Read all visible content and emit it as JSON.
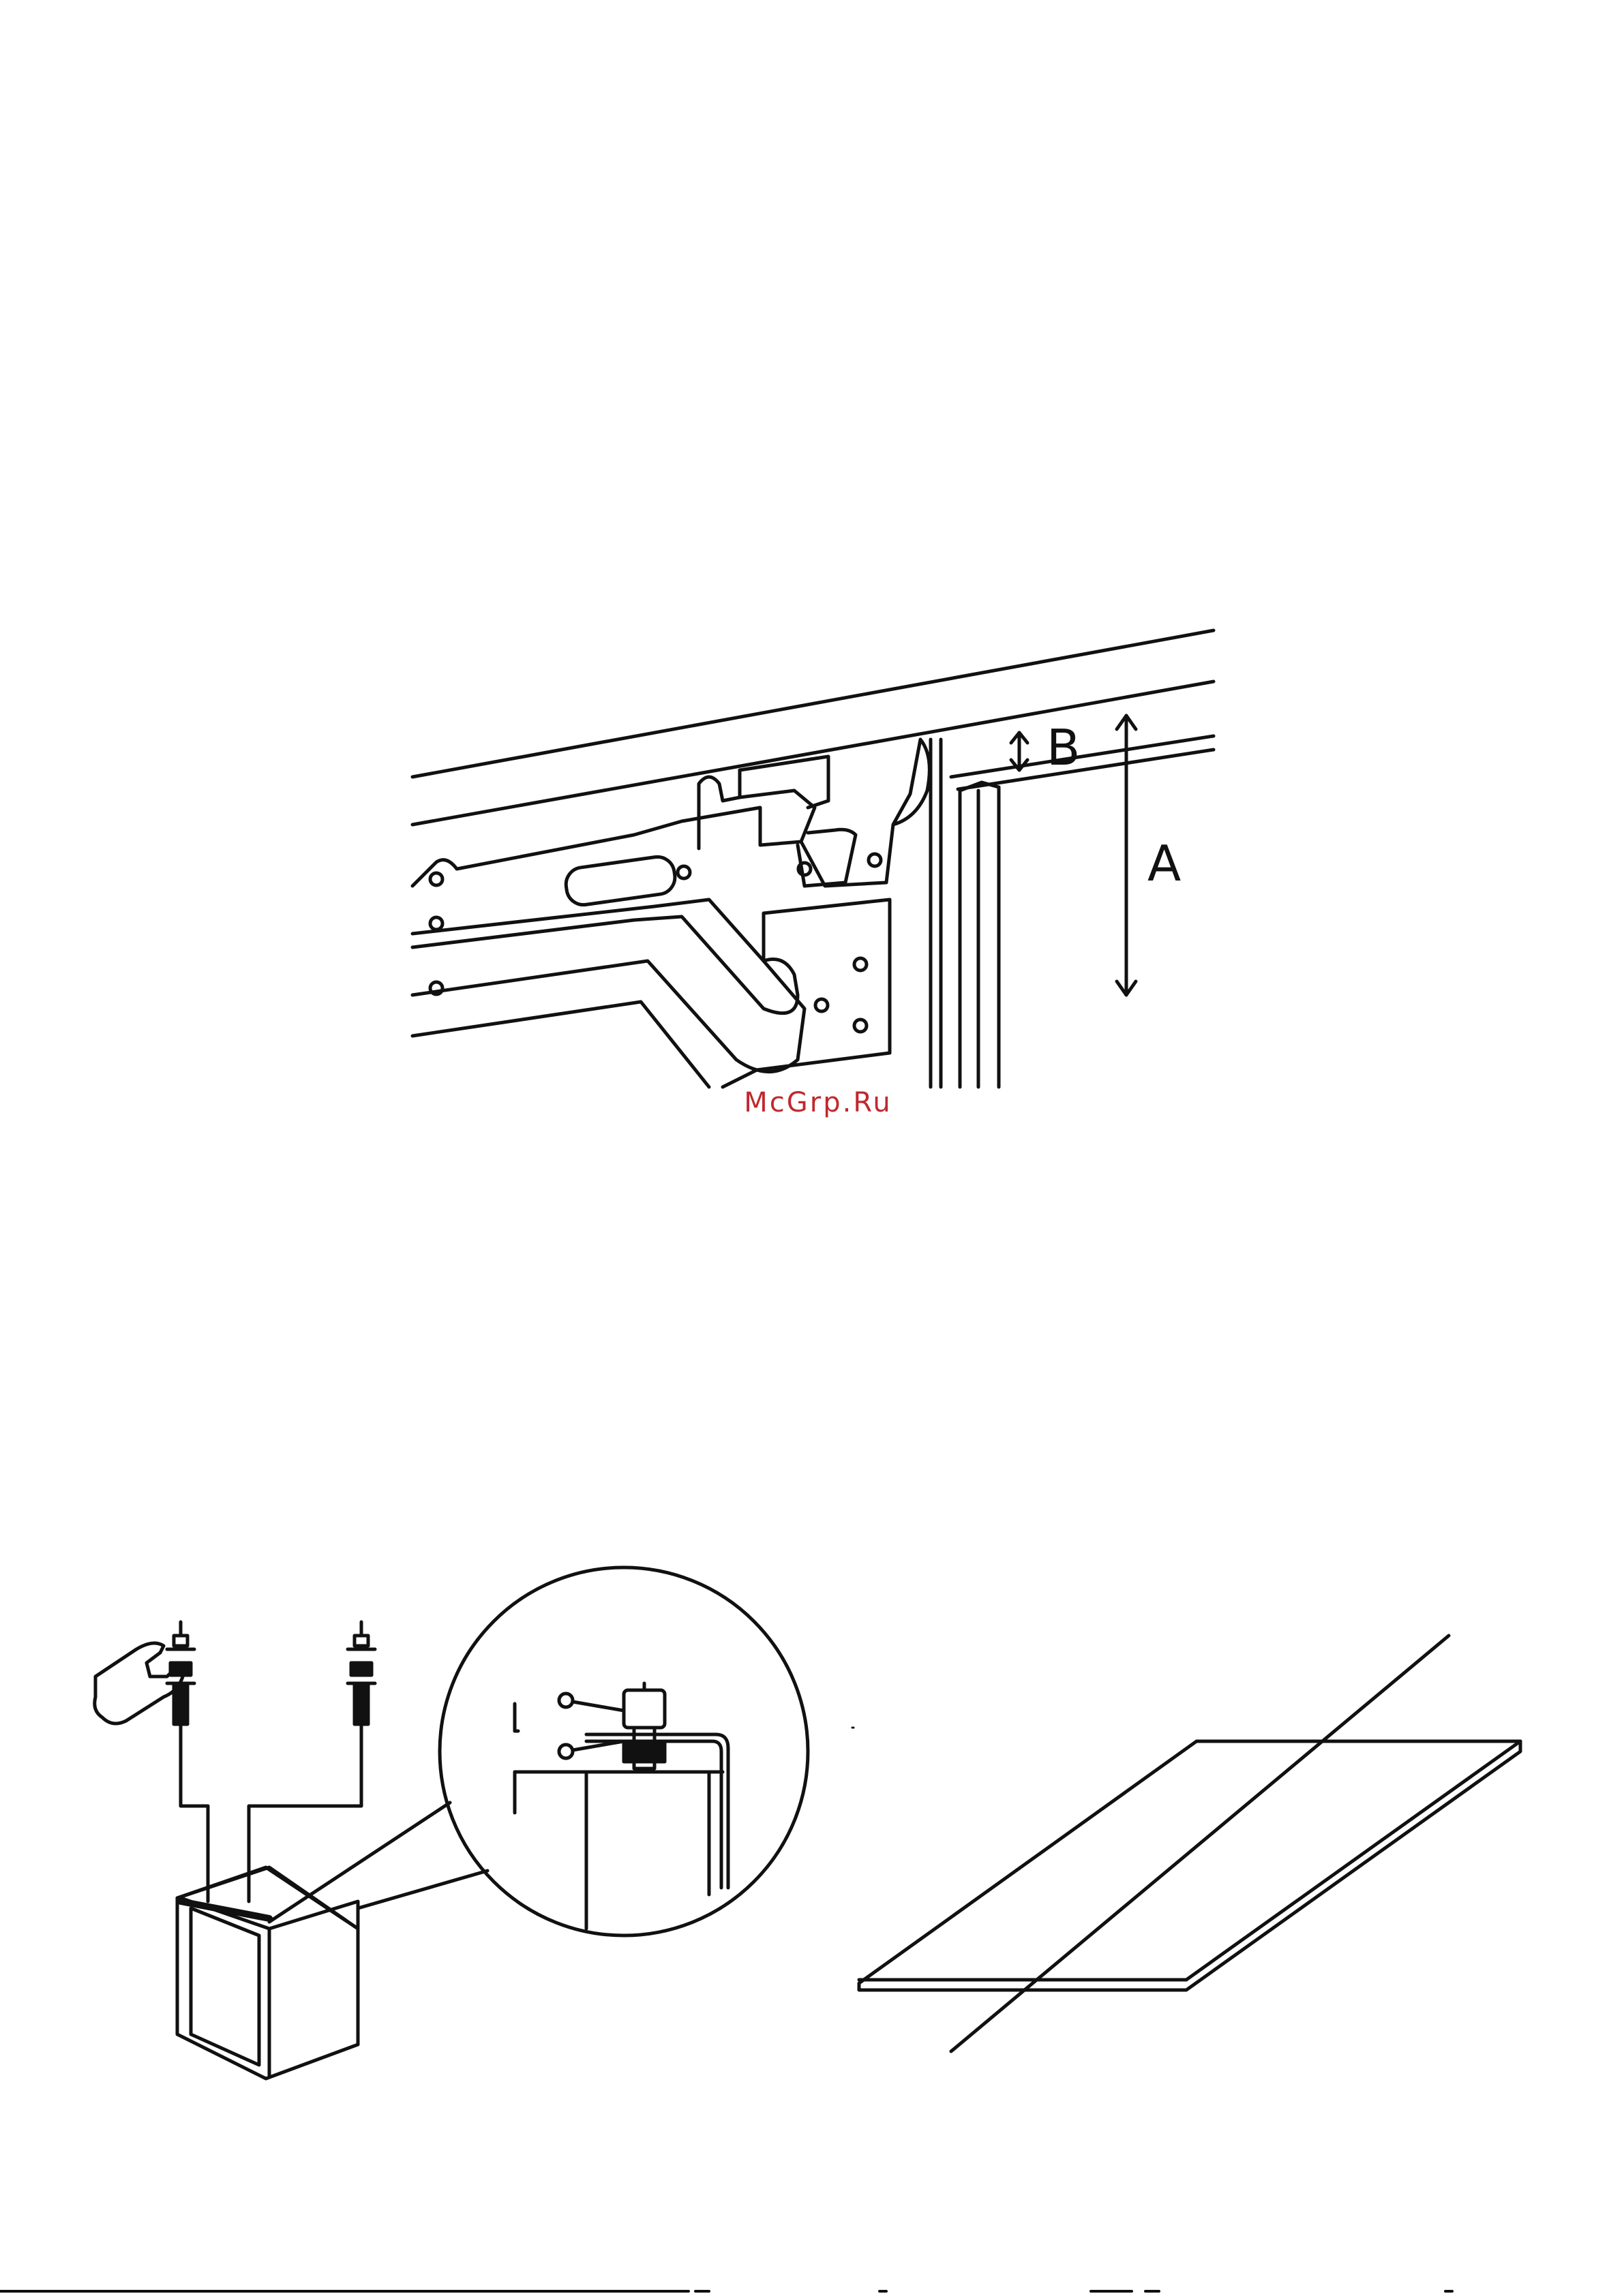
{
  "figure_top": {
    "labels": {
      "a": "A",
      "b": "B"
    }
  },
  "watermark": {
    "text": "McGrp.Ru",
    "color": "#c0282d"
  },
  "figure_bottom_left": {
    "icons": [
      "wrench-icon",
      "bolt-icon",
      "magnifier-circle"
    ]
  },
  "figure_bottom_right": {
    "icons": [
      "panel-board"
    ]
  },
  "colors": {
    "line": "#111111",
    "background": "#ffffff"
  }
}
